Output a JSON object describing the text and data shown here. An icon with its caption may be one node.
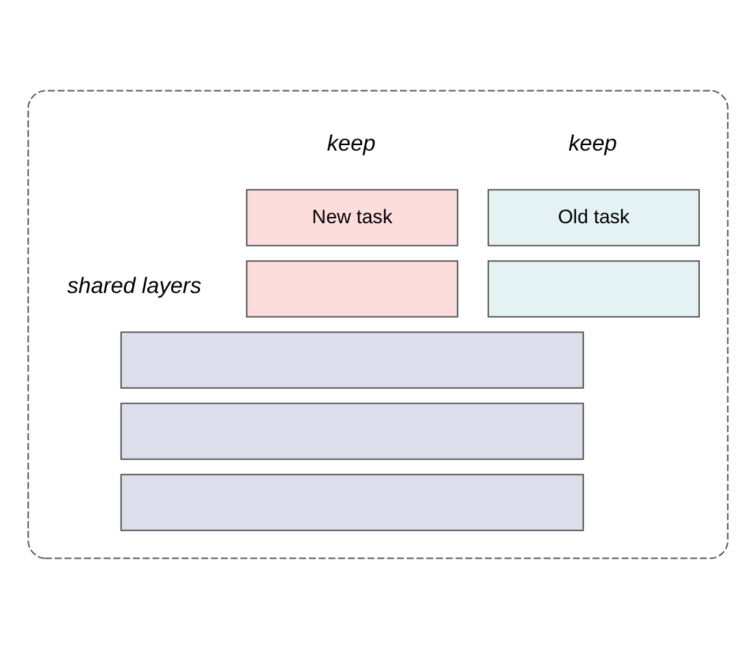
{
  "diagram": {
    "nodes": [
      {
        "text": [],
        "shape": "box"
      },
      {
        "text": [
          "Old task"
        ],
        "in": 0
      },
      {
        "text": [
          "New task"
        ],
        "in": 0
      },
      {
        "text": [],
        "shape": "box",
        "in": 0
      },
      {
        "text": [],
        "shape": "box",
        "in": 0
      },
      {
        "text": [],
        "shape": "box",
        "in": 0
      },
      {
        "text": [],
        "shape": "box",
        "in": 0
      },
      {
        "text": [],
        "shape": "box",
        "in": 0
      }
    ],
    "labels": [
      "keep",
      "keep",
      "shared layers"
    ]
  }
}
